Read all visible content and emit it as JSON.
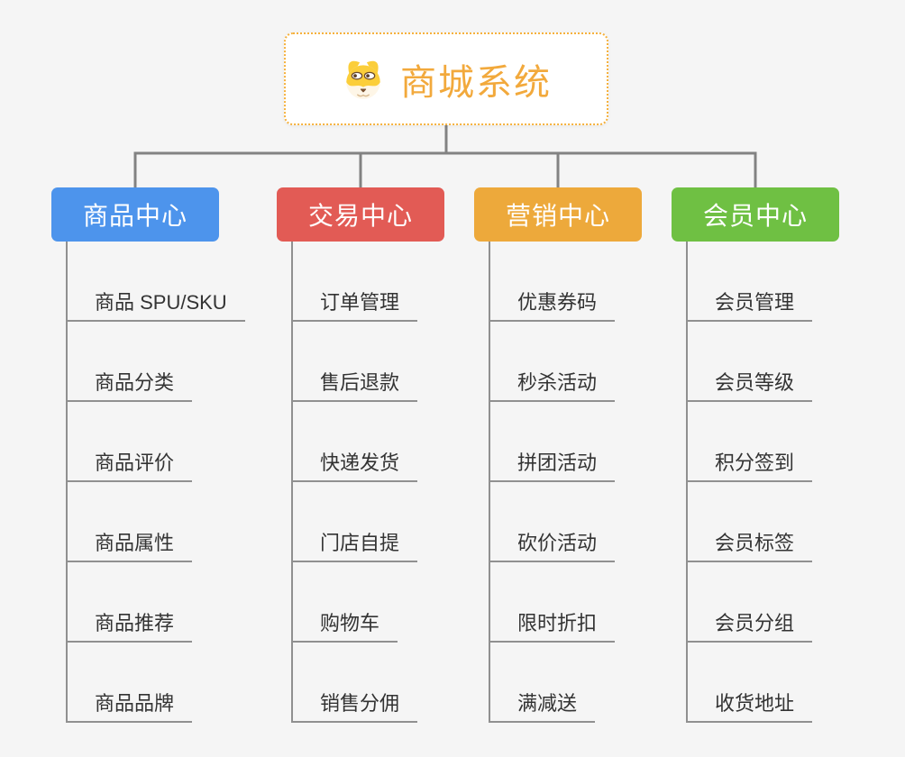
{
  "app": {
    "background_color": "#f5f5f5",
    "connector_color": "#828282",
    "underline_color": "#909090"
  },
  "root": {
    "title": "商城系统",
    "icon": "dog-face-icon",
    "accent_color": "#F2A93C",
    "border_color": "#F5B13D"
  },
  "branches": [
    {
      "label": "商品中心",
      "color": "#4D94EC",
      "items": [
        "商品 SPU/SKU",
        "商品分类",
        "商品评价",
        "商品属性",
        "商品推荐",
        "商品品牌"
      ]
    },
    {
      "label": "交易中心",
      "color": "#E25B55",
      "items": [
        "订单管理",
        "售后退款",
        "快递发货",
        "门店自提",
        "购物车",
        "销售分佣"
      ]
    },
    {
      "label": "营销中心",
      "color": "#EDA93B",
      "items": [
        "优惠券码",
        "秒杀活动",
        "拼团活动",
        "砍价活动",
        "限时折扣",
        "满减送"
      ]
    },
    {
      "label": "会员中心",
      "color": "#6FC043",
      "items": [
        "会员管理",
        "会员等级",
        "积分签到",
        "会员标签",
        "会员分组",
        "收货地址"
      ]
    }
  ]
}
